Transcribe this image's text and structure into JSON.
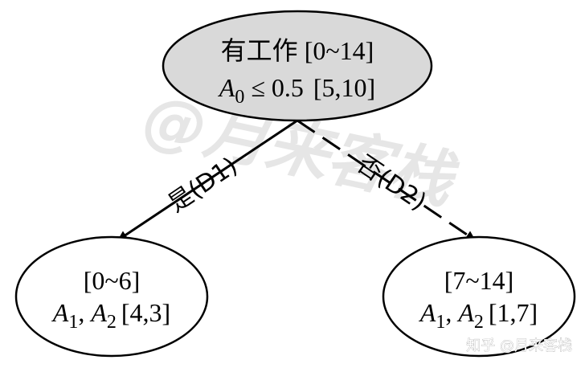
{
  "root": {
    "label": "有工作",
    "range": "[0~14]",
    "condition_var": "A",
    "condition_sub": "0",
    "condition_rest": " ≤ 0.5",
    "counts": "[5,10]",
    "fill": "#d9d9d9"
  },
  "left_child": {
    "range": "[0~6]",
    "var1": "A",
    "sub1": "1",
    "var2": "A",
    "sub2": "2",
    "counts": "[4,3]"
  },
  "right_child": {
    "range": "[7~14]",
    "var1": "A",
    "sub1": "1",
    "var2": "A",
    "sub2": "2",
    "counts": "[1,7]"
  },
  "edges": {
    "left_label": "是(D1)",
    "right_label": "否(D2)"
  },
  "watermark": {
    "main": "@月来客栈",
    "footer": "知乎 @月来客栈"
  }
}
